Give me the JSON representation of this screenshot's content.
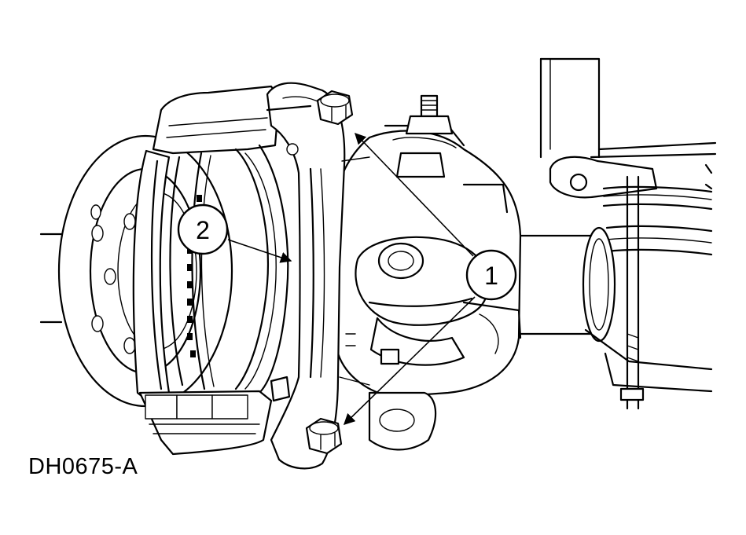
{
  "figure": {
    "id_label": "DH0675-A"
  },
  "callouts": [
    {
      "label": "1"
    },
    {
      "label": "2"
    }
  ]
}
